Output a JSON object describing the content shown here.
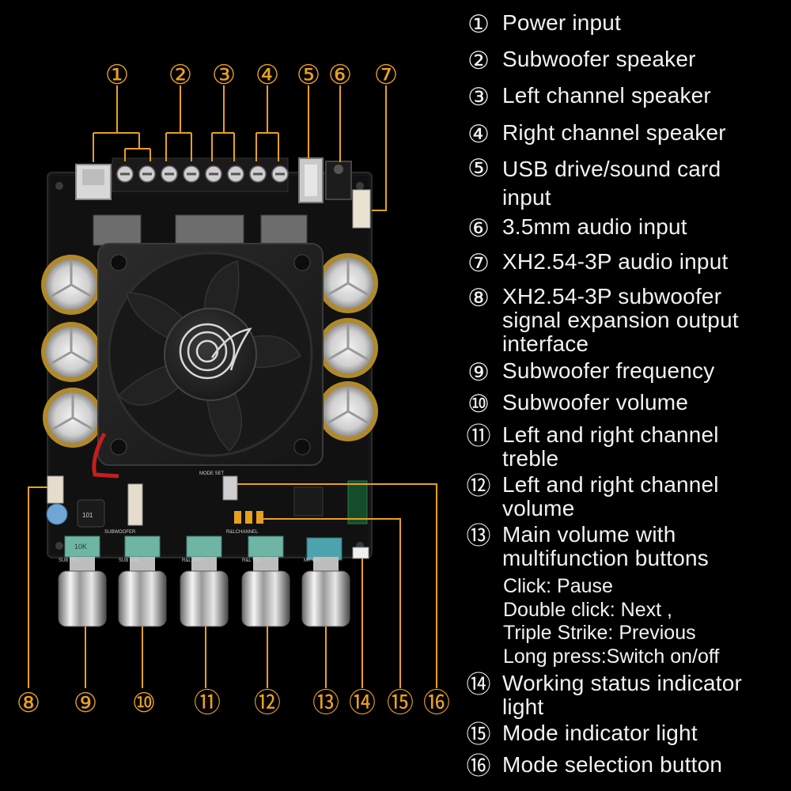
{
  "accent_color": "#e8a020",
  "callouts": [
    "①",
    "②",
    "③",
    "④",
    "⑤",
    "⑥",
    "⑦",
    "⑧",
    "⑨",
    "⑩",
    "⑪",
    "⑫",
    "⑬",
    "⑭",
    "⑮",
    "⑯"
  ],
  "legend": [
    {
      "num": "①",
      "text": "Power input"
    },
    {
      "num": "②",
      "text": "Subwoofer speaker"
    },
    {
      "num": "③",
      "text": "Left channel speaker"
    },
    {
      "num": "④",
      "text": "Right channel speaker"
    },
    {
      "num": "⑤",
      "text": "USB drive/sound card\ninput"
    },
    {
      "num": "⑥",
      "text": "3.5mm audio input"
    },
    {
      "num": "⑦",
      "text": "XH2.54-3P audio input"
    },
    {
      "num": "⑧",
      "text": "XH2.54-3P subwoofer\nsignal expansion output\ninterface"
    },
    {
      "num": "⑨",
      "text": "Subwoofer frequency"
    },
    {
      "num": "⑩",
      "text": "Subwoofer volume"
    },
    {
      "num": "⑪",
      "text": "Left and right channel\ntreble"
    },
    {
      "num": "⑫",
      "text": "Left and right channel\nvolume"
    },
    {
      "num": "⑬",
      "text": "Main volume with\nmultifunction buttons"
    },
    {
      "num": "⑭",
      "text": "Working status indicator\nlight"
    },
    {
      "num": "⑮",
      "text": "Mode indicator light"
    },
    {
      "num": "⑯",
      "text": "Mode selection button"
    }
  ],
  "multifunction_actions": [
    "Click: Pause",
    "Double click: Next ,",
    "Triple Strike: Previous",
    "Long press:Switch on/off"
  ],
  "board_silkscreen": [
    "SUB FRE",
    "SUB VOL",
    "SUBWOOFER",
    "R&L TRE",
    "R&L VOL",
    "R&LCHANNEL",
    "MODE SET",
    "MT VOL",
    "10K",
    "101"
  ]
}
